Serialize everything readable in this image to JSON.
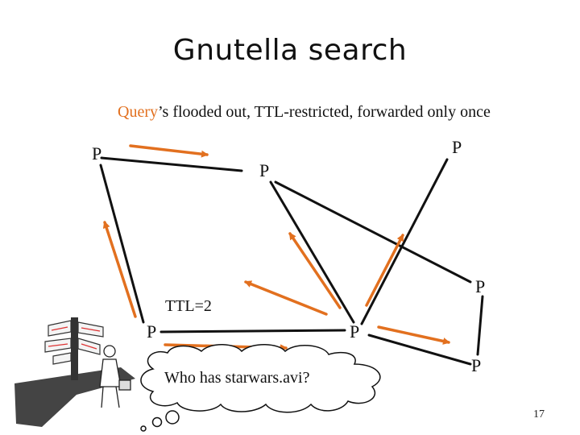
{
  "title": "Gnutella search",
  "subtitle": {
    "highlight": "Query",
    "rest": "’s flooded out, TTL-restricted, forwarded only once"
  },
  "nodes": [
    "P",
    "P",
    "P",
    "P",
    "P",
    "P",
    "P"
  ],
  "ttl_label": "TTL=2",
  "query_bubble": "Who has starwars.avi?",
  "page_number": "17",
  "colors": {
    "arrow": "#e2701f",
    "edge": "#111111",
    "highlight": "#e2701f"
  },
  "clipart": "person-at-signpost-icon"
}
